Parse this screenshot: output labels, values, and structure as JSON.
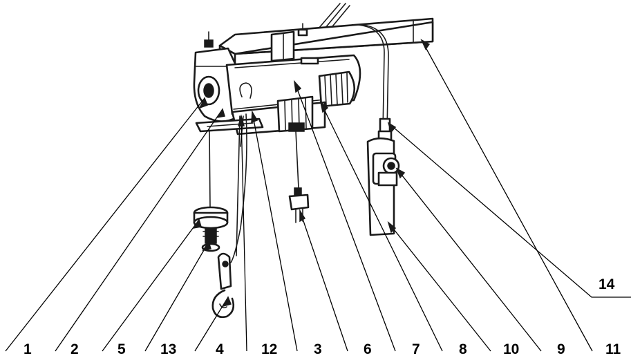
{
  "labels": {
    "l1": "1",
    "l2": "2",
    "l5": "5",
    "l13": "13",
    "l4": "4",
    "l12": "12",
    "l3": "3",
    "l6": "6",
    "l7": "7",
    "l8": "8",
    "l10": "10",
    "l9": "9",
    "l11": "11",
    "l14": "14"
  },
  "colors": {
    "ink": "#1a1a1a",
    "background": "#ffffff"
  }
}
